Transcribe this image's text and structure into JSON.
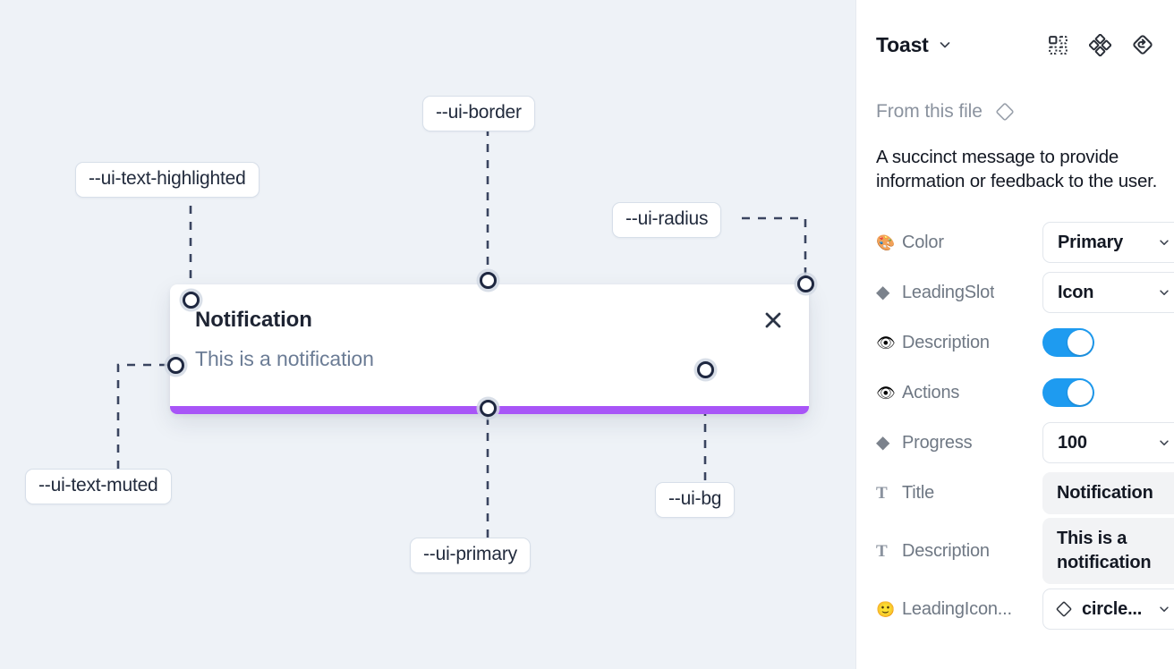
{
  "canvas": {
    "background_color": "#eef2f7",
    "toast": {
      "title": "Notification",
      "description": "This is a notification",
      "close_icon": "close-x-icon",
      "progress_color": "#a855f7",
      "background_color": "#ffffff"
    },
    "annotations": [
      {
        "id": "ui-text-highlighted",
        "label": "--ui-text-highlighted"
      },
      {
        "id": "ui-border",
        "label": "--ui-border"
      },
      {
        "id": "ui-radius",
        "label": "--ui-radius"
      },
      {
        "id": "ui-text-muted",
        "label": "--ui-text-muted"
      },
      {
        "id": "ui-primary",
        "label": "--ui-primary"
      },
      {
        "id": "ui-bg",
        "label": "--ui-bg"
      }
    ]
  },
  "panel": {
    "title": "Toast",
    "title_chevron_icon": "chevron-down-icon",
    "header_icons": [
      {
        "name": "component-grid-icon"
      },
      {
        "name": "component-set-icon"
      },
      {
        "name": "reset-instance-icon"
      }
    ],
    "from_file": {
      "label": "From this file",
      "icon": "diamond-component-icon"
    },
    "description": "A succinct message to provide information or feedback to the user.",
    "properties": [
      {
        "icon": "palette-emoji",
        "icon_glyph": "🎨",
        "label": "Color",
        "control": "select",
        "value": "Primary"
      },
      {
        "icon": "diamond-icon",
        "icon_glyph": "◆",
        "label": "LeadingSlot",
        "control": "select",
        "value": "Icon"
      },
      {
        "icon": "eye-emoji",
        "icon_glyph": "👁",
        "label": "Description",
        "control": "toggle",
        "value": "on"
      },
      {
        "icon": "eye-emoji",
        "icon_glyph": "👁",
        "label": "Actions",
        "control": "toggle",
        "value": "on"
      },
      {
        "icon": "diamond-icon",
        "icon_glyph": "◆",
        "label": "Progress",
        "control": "select",
        "value": "100"
      },
      {
        "icon": "text-type-icon",
        "icon_glyph": "T",
        "label": "Title",
        "control": "textbox",
        "value": "Notification"
      },
      {
        "icon": "text-type-icon",
        "icon_glyph": "T",
        "label": "Description",
        "control": "textbox",
        "value": "This is a notification"
      },
      {
        "icon": "smiley-emoji",
        "icon_glyph": "🙂",
        "label": "LeadingIcon...",
        "control": "icon-select",
        "value": "circle..."
      }
    ],
    "toggle_on_color": "#1e9bf0"
  }
}
